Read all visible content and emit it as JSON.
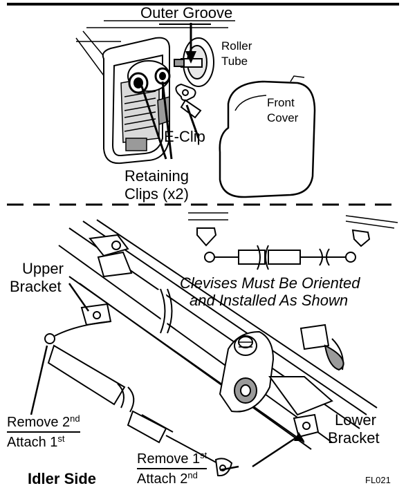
{
  "labels": {
    "outer_groove": "Outer Groove",
    "roller_tube_1": "Roller",
    "roller_tube_2": "Tube",
    "front_cover_1": "Front",
    "front_cover_2": "Cover",
    "e_clip": "E-Clip",
    "retaining_clips_1": "Retaining",
    "retaining_clips_2": "Clips (x2)",
    "clevises_1": "Clevises Must Be Oriented",
    "clevises_2": "and Installed As Shown",
    "upper_bracket_1": "Upper",
    "upper_bracket_2": "Bracket",
    "lower_bracket_1": "Lower",
    "lower_bracket_2": "Bracket",
    "left_remove": "Remove 2",
    "left_remove_sup": "nd",
    "left_attach": "Attach 1",
    "left_attach_sup": "st",
    "right_remove": "Remove 1",
    "right_remove_sup": "st",
    "right_attach": "Attach 2",
    "right_attach_sup": "nd",
    "idler_side": "Idler Side",
    "figure_code": "FL021"
  },
  "colors": {
    "ink": "#000000",
    "paper": "#ffffff",
    "shade": "#d9d9d9",
    "dark_shade": "#9a9a9a"
  }
}
